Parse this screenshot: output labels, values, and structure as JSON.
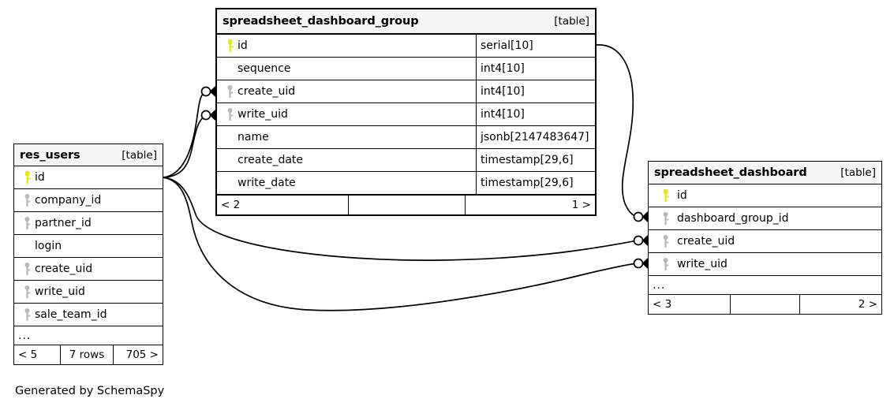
{
  "diagram": {
    "caption": "Generated by SchemaSpy",
    "table_tag": "[table]",
    "ellipsis": "...",
    "colors": {
      "primary_key": "#e8e80c",
      "foreign_key": "#b8b8b8",
      "border": "#000000",
      "header_background": "#f5f5f5",
      "background": "#ffffff"
    }
  },
  "tables": {
    "dashboard_group": {
      "name": "spreadsheet_dashboard_group",
      "tag": "[table]",
      "columns": [
        {
          "key": "pk",
          "name": "id",
          "type": "serial[10]"
        },
        {
          "key": "none",
          "name": "sequence",
          "type": "int4[10]"
        },
        {
          "key": "fk",
          "name": "create_uid",
          "type": "int4[10]"
        },
        {
          "key": "fk",
          "name": "write_uid",
          "type": "int4[10]"
        },
        {
          "key": "none",
          "name": "name",
          "type": "jsonb[2147483647]"
        },
        {
          "key": "none",
          "name": "create_date",
          "type": "timestamp[29,6]"
        },
        {
          "key": "none",
          "name": "write_date",
          "type": "timestamp[29,6]"
        }
      ],
      "footer": {
        "left": "< 2",
        "middle": "",
        "right": "1 >"
      }
    },
    "res_users": {
      "name": "res_users",
      "tag": "[table]",
      "columns": [
        {
          "key": "pk",
          "name": "id"
        },
        {
          "key": "fk",
          "name": "company_id"
        },
        {
          "key": "fk",
          "name": "partner_id"
        },
        {
          "key": "none",
          "name": "login"
        },
        {
          "key": "fk",
          "name": "create_uid"
        },
        {
          "key": "fk",
          "name": "write_uid"
        },
        {
          "key": "fk",
          "name": "sale_team_id"
        }
      ],
      "truncated": "...",
      "footer": {
        "left": "< 5",
        "middle": "7 rows",
        "right": "705 >"
      }
    },
    "dashboard": {
      "name": "spreadsheet_dashboard",
      "tag": "[table]",
      "columns": [
        {
          "key": "pk",
          "name": "id"
        },
        {
          "key": "fk",
          "name": "dashboard_group_id"
        },
        {
          "key": "fk",
          "name": "create_uid"
        },
        {
          "key": "fk",
          "name": "write_uid"
        }
      ],
      "truncated": "...",
      "footer": {
        "left": "< 3",
        "middle": "",
        "right": "2 >"
      }
    }
  },
  "relationships": [
    {
      "name": "res_users-id_to_dashboard_group-create_uid",
      "from": "res_users.id",
      "to": "spreadsheet_dashboard_group.create_uid"
    },
    {
      "name": "res_users-id_to_dashboard_group-write_uid",
      "from": "res_users.id",
      "to": "spreadsheet_dashboard_group.write_uid"
    },
    {
      "name": "dashboard_group-id_to_dashboard-group_id",
      "from": "spreadsheet_dashboard_group.id",
      "to": "spreadsheet_dashboard.dashboard_group_id"
    },
    {
      "name": "res_users-id_to_dashboard-create_uid",
      "from": "res_users.id",
      "to": "spreadsheet_dashboard.create_uid"
    },
    {
      "name": "res_users-id_to_dashboard-write_uid",
      "from": "res_users.id",
      "to": "spreadsheet_dashboard.write_uid"
    }
  ]
}
